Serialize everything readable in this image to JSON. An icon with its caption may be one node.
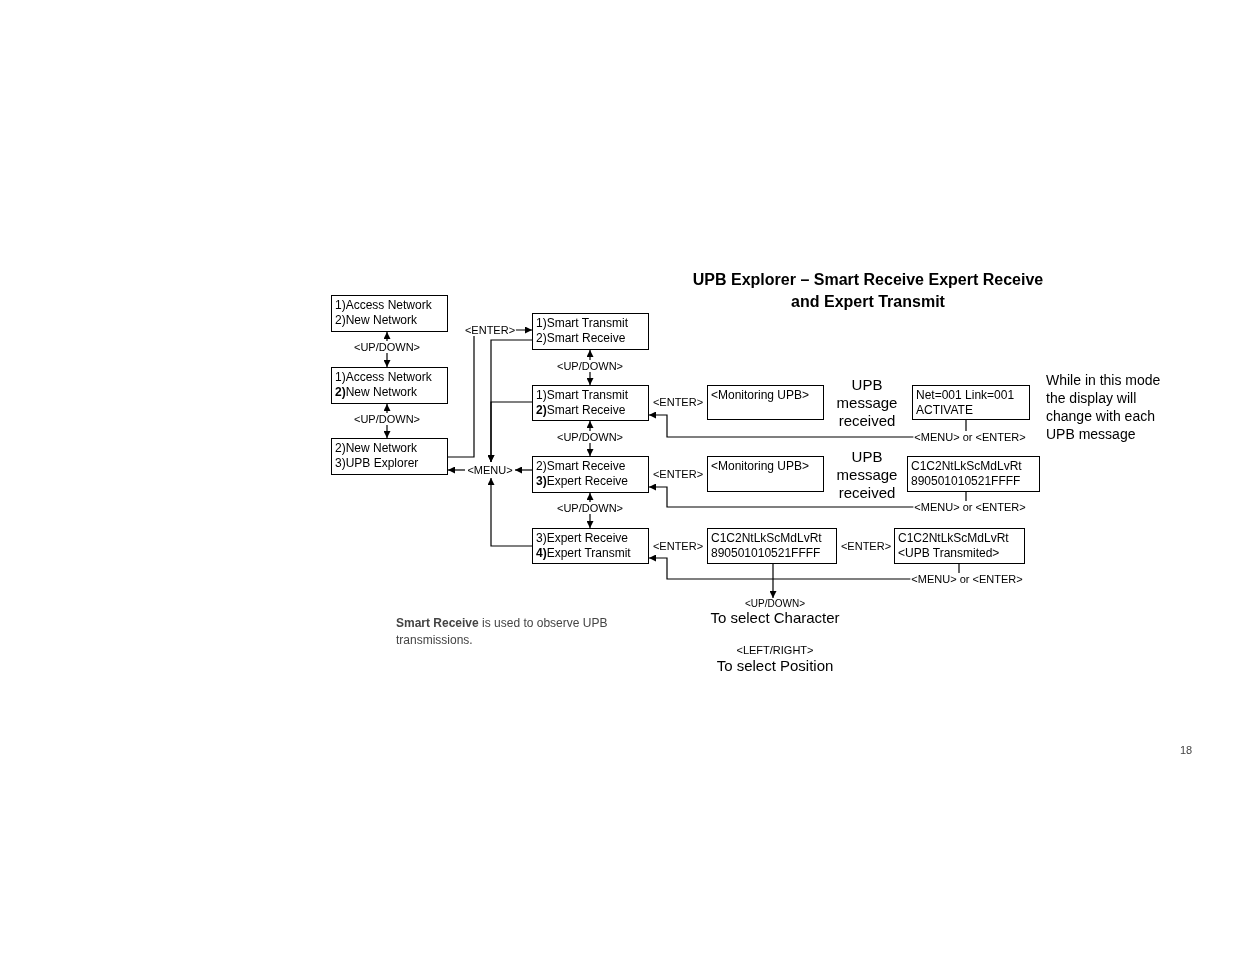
{
  "diagram": {
    "title": "UPB Explorer – Smart Receive Expert Receive and Expert Transmit",
    "nodes": [
      {
        "text": [
          "1)Access Network",
          "2)New Network"
        ]
      },
      {
        "text": [
          "1)Access Network",
          "**2)**New Network"
        ]
      },
      {
        "text": [
          "2)New Network",
          "3)UPB Explorer"
        ]
      },
      {
        "text": [
          "1)Smart Transmit",
          "2)Smart Receive"
        ]
      },
      {
        "text": [
          "1)Smart Transmit",
          "**2)**Smart Receive"
        ]
      },
      {
        "text": [
          "2)Smart Receive",
          "**3)**Expert Receive"
        ]
      },
      {
        "text": [
          "3)Expert Receive",
          "**4)**Expert Transmit"
        ]
      },
      {
        "text": [
          "<Monitoring UPB>"
        ]
      },
      {
        "text": [
          "Net=001 Link=001",
          "ACTIVATE"
        ]
      },
      {
        "text": [
          "<Monitoring UPB>"
        ]
      },
      {
        "text": [
          "C1C2NtLkScMdLvRt",
          "890501010521FFFF"
        ]
      },
      {
        "text": [
          "C1C2NtLkScMdLvRt",
          "890501010521FFFF"
        ]
      },
      {
        "text": [
          "C1C2NtLkScMdLvRt",
          "<UPB Transmited>"
        ]
      },
      {
        "text": [
          "<MENU>"
        ]
      },
      {
        "text": [
          "<UP/DOWN>",
          "To select Character"
        ]
      }
    ],
    "edges": [
      {
        "from": 0,
        "to": 1,
        "arrow": "both",
        "label": "<UP/DOWN>"
      },
      {
        "from": 1,
        "to": 2,
        "arrow": "both",
        "label": "<UP/DOWN>"
      },
      {
        "from": 2,
        "to": 3,
        "arrow": "to",
        "label": "<ENTER>"
      },
      {
        "from": 3,
        "to": 4,
        "arrow": "both",
        "label": "<UP/DOWN>"
      },
      {
        "from": 4,
        "to": 5,
        "arrow": "both",
        "label": "<UP/DOWN>"
      },
      {
        "from": 5,
        "to": 6,
        "arrow": "both",
        "label": "<UP/DOWN>"
      },
      {
        "from": 3,
        "to": 13,
        "arrow": "to"
      },
      {
        "from": 4,
        "to": 13,
        "arrow": "to"
      },
      {
        "from": 5,
        "to": 13,
        "arrow": "to"
      },
      {
        "from": 6,
        "to": 13,
        "arrow": "to"
      },
      {
        "from": 13,
        "to": 2,
        "arrow": "to"
      },
      {
        "from": 8,
        "to": 4,
        "arrow": "to",
        "label": "<MENU> or <ENTER>"
      },
      {
        "from": 10,
        "to": 5,
        "arrow": "to",
        "label": "<MENU> or <ENTER>"
      },
      {
        "from": 12,
        "to": 6,
        "arrow": "to",
        "label": "<MENU> or <ENTER>"
      },
      {
        "from": 11,
        "to": 14,
        "arrow": "to"
      }
    ],
    "labels": [
      "<ENTER>",
      "UPB message received",
      "While in this mode the display will change with each UPB message",
      "<ENTER>",
      "UPB message received",
      "<ENTER>",
      "<ENTER>",
      "<LEFT/RIGHT>",
      "To select Position",
      "**Smart Receive** is used to observe UPB transmissions.",
      "18"
    ]
  }
}
